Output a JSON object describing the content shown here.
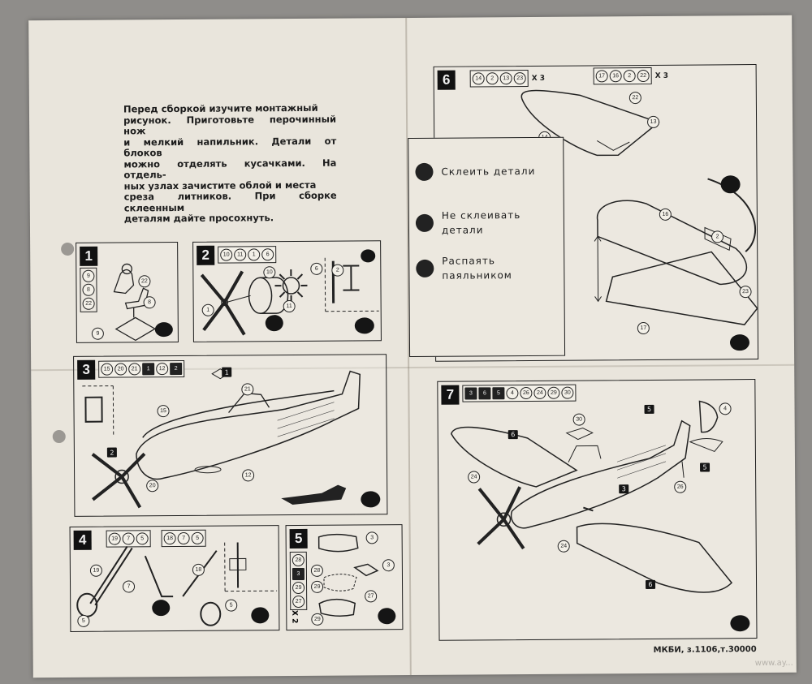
{
  "instructions": {
    "lines": [
      "Перед сборкой изучите монтажный",
      "рисунок. Приготовьте перочинный нож",
      "и мелкий напильник. Детали от блоков",
      "можно отделять кусачками. На отдель-",
      "ных узлах зачистите облой и места",
      "среза литников. При сборке склеенным",
      "деталям дайте просохнуть."
    ]
  },
  "legend": {
    "glue": "Склеить детали",
    "no_glue_1": "Не склеивать",
    "no_glue_2": "детали",
    "solder_1": "Распаять",
    "solder_2": "паяльником"
  },
  "steps": {
    "s1": {
      "num": "1",
      "parts": [
        "9",
        "8",
        "22"
      ],
      "callouts": [
        "22",
        "8",
        "9"
      ]
    },
    "s2": {
      "num": "2",
      "tray": [
        "10",
        "11",
        "1",
        "6"
      ],
      "callouts": [
        "10",
        "6",
        "1",
        "11",
        "2"
      ]
    },
    "s3": {
      "num": "3",
      "tray": [
        "15",
        "20",
        "21",
        "1",
        "12",
        "2"
      ],
      "callouts": [
        "1",
        "21",
        "15",
        "2",
        "20",
        "12"
      ]
    },
    "s4": {
      "num": "4",
      "tray_a": [
        "19",
        "7",
        "5"
      ],
      "tray_b": [
        "18",
        "7",
        "5"
      ],
      "callouts": [
        "19",
        "7",
        "18",
        "5",
        "5"
      ]
    },
    "s5": {
      "num": "5",
      "side": [
        "28",
        "3",
        "29",
        "27"
      ],
      "mult": "X 2",
      "callouts": [
        "3",
        "28",
        "3",
        "29",
        "27",
        "29"
      ]
    },
    "s6": {
      "num": "6",
      "tray_a": [
        "14",
        "2",
        "13",
        "23"
      ],
      "mult_a": "X 3",
      "tray_b": [
        "17",
        "16",
        "2",
        "22"
      ],
      "mult_b": "X 3",
      "callouts": [
        "22",
        "13",
        "14",
        "16",
        "2",
        "23",
        "17"
      ]
    },
    "s7": {
      "num": "7",
      "tray": [
        "3",
        "6",
        "5",
        "4",
        "26",
        "24",
        "29",
        "30"
      ],
      "callouts": [
        "30",
        "6",
        "5",
        "4",
        "24",
        "5",
        "26",
        "3",
        "24",
        "6"
      ]
    }
  },
  "footer": {
    "text": "МКБИ, з.1106,т.30000"
  },
  "watermark": {
    "text": "www.ay..."
  },
  "colors": {
    "paper": "#e9e5dc",
    "ink": "#1c1c1c",
    "background": "#8f8d8a"
  },
  "icons": [
    "glue-icon",
    "no-glue-icon",
    "solder-icon"
  ]
}
